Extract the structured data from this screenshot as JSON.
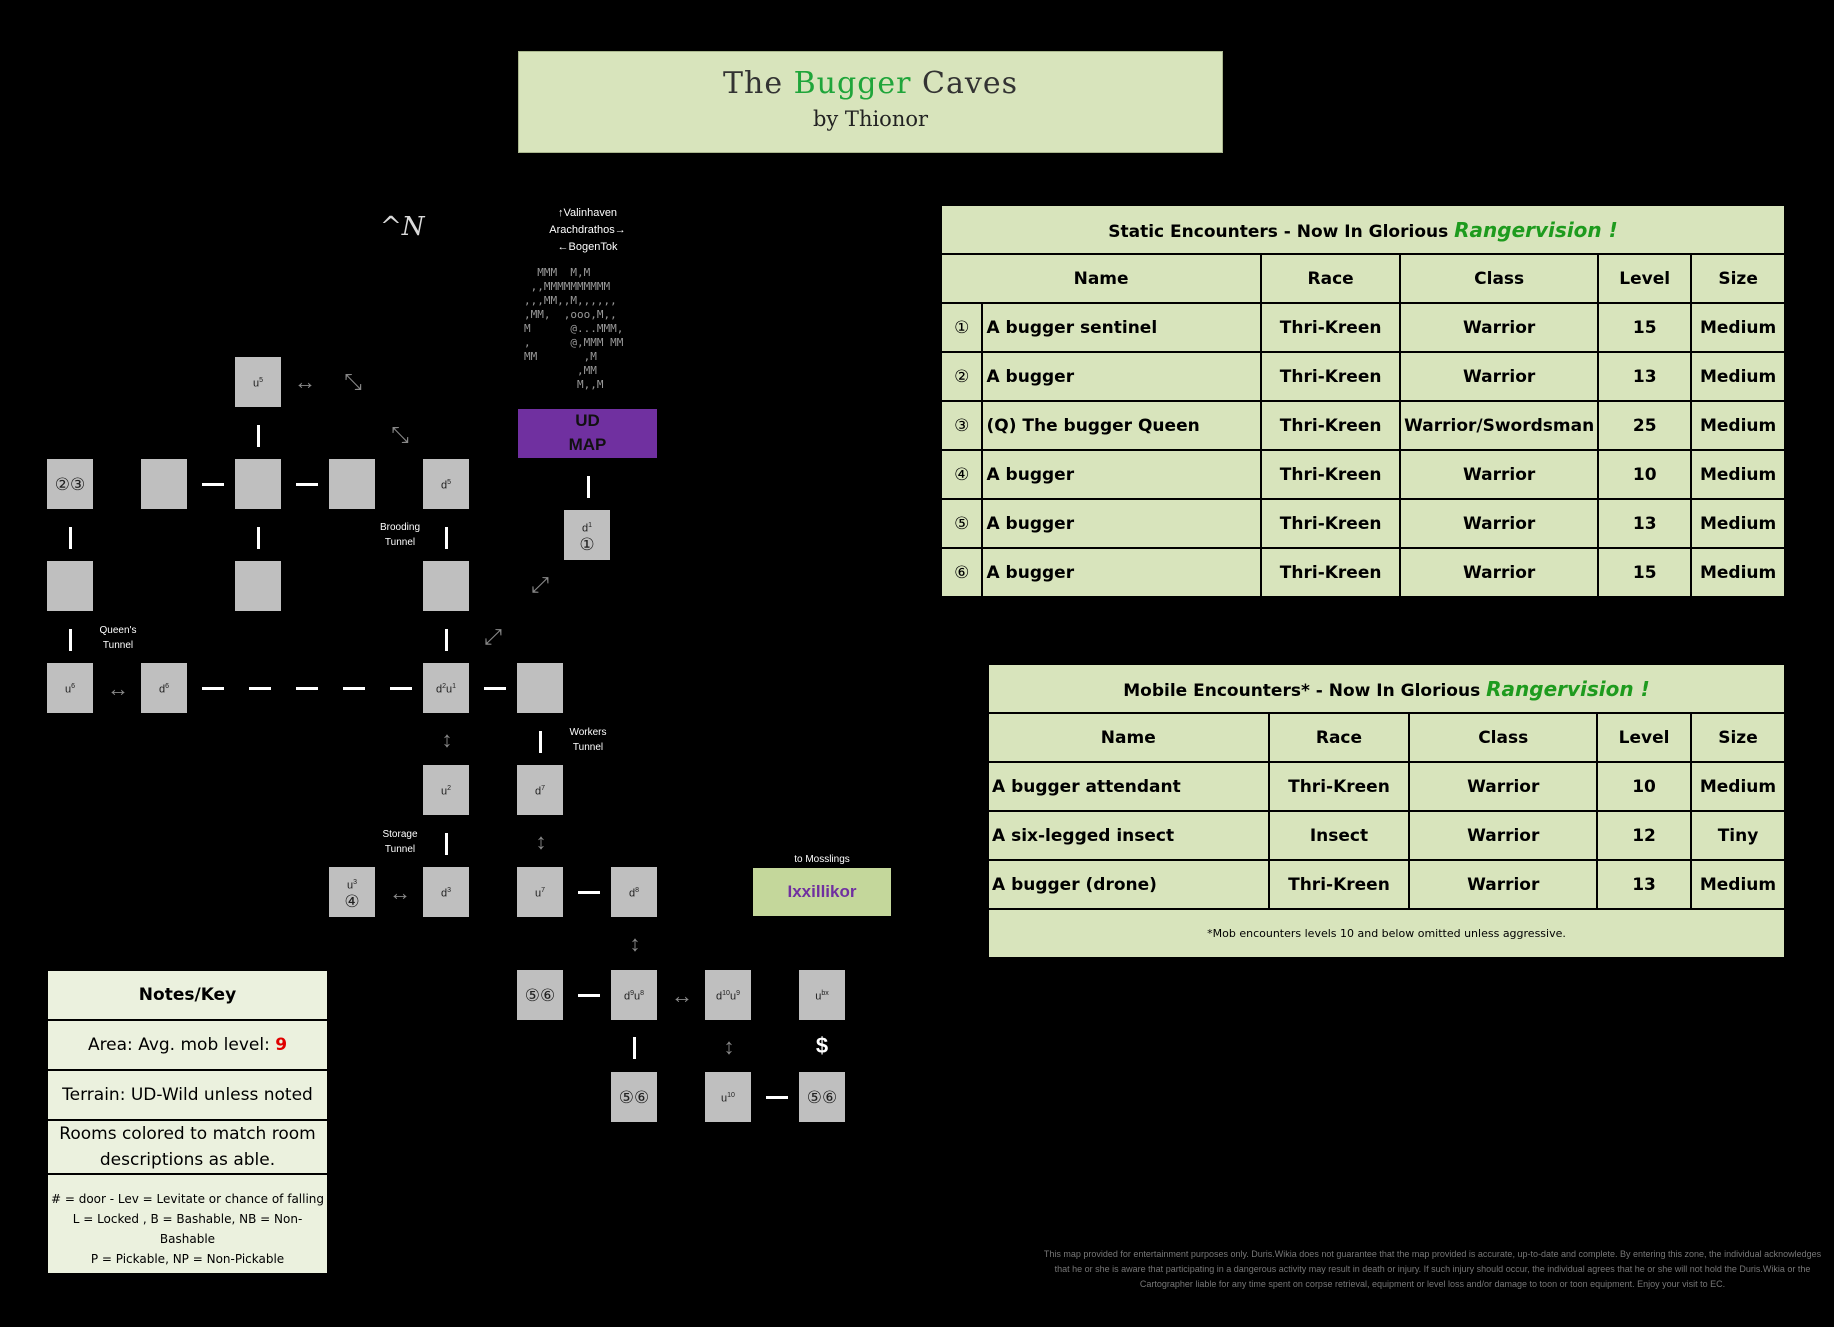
{
  "title": {
    "part1": "The ",
    "green": "Bugger",
    "part2": " Caves",
    "byline": "by Thionor"
  },
  "compass": "^N",
  "ud_directions": {
    "line1": "↑Valinhaven",
    "line2": "Arachdrathos→",
    "line3": "←BogenTok"
  },
  "ascii_map": [
    "  MMM  M,M",
    " ,,MMMMMMMMMM",
    ",,,MM,,M,,,,,,",
    ",MM,  ,ooo,M,,",
    "M      @...MMM,",
    ",      @,MMM MM",
    "MM       ,M",
    "        ,MM",
    "        M,,M"
  ],
  "ud_map_label": {
    "line1": "UD",
    "line2": "MAP"
  },
  "rooms": {
    "u5": {
      "t": "u",
      "s": "5"
    },
    "d5": {
      "t": "d",
      "s": "5"
    },
    "d1": {
      "t": "d",
      "s": "1",
      "mob": "①"
    },
    "r23": "②③",
    "u6": {
      "t": "u",
      "s": "6"
    },
    "d6": {
      "t": "d",
      "s": "6"
    },
    "d2u1": {
      "t1": "d",
      "s1": "2",
      "t2": "u",
      "s2": "1"
    },
    "u2": {
      "t": "u",
      "s": "2"
    },
    "d7": {
      "t": "d",
      "s": "7"
    },
    "u3": {
      "t": "u",
      "s": "3",
      "mob": "④"
    },
    "d3": {
      "t": "d",
      "s": "3"
    },
    "u7": {
      "t": "u",
      "s": "7"
    },
    "d8": {
      "t": "d",
      "s": "8"
    },
    "r56a": "⑤⑥",
    "d9u8": {
      "t1": "d",
      "s1": "9",
      "t2": "u",
      "s2": "8"
    },
    "d10u9": {
      "t1": "d",
      "s1": "10",
      "t2": "u",
      "s2": "9"
    },
    "ubx": {
      "t": "u",
      "s": "bx"
    },
    "r56b": "⑤⑥",
    "u10": {
      "t": "u",
      "s": "10"
    },
    "r56c": "⑤⑥"
  },
  "labels": {
    "brooding": {
      "l1": "Brooding",
      "l2": "Tunnel"
    },
    "queens": {
      "l1": "Queen's",
      "l2": "Tunnel"
    },
    "workers": {
      "l1": "Workers",
      "l2": "Tunnel"
    },
    "storage": {
      "l1": "Storage",
      "l2": "Tunnel"
    },
    "mosslings": "to Mosslings",
    "ixxillikor": "Ixxillikor",
    "dollar": "$"
  },
  "static_table": {
    "title_prefix": "Static Encounters - Now In Glorious ",
    "title_em": "Rangervision !",
    "headers": [
      "Name",
      "Race",
      "Class",
      "Level",
      "Size"
    ],
    "rows": [
      {
        "num": "①",
        "name": "A bugger sentinel",
        "race": "Thri-Kreen",
        "class": "Warrior",
        "level": "15",
        "size": "Medium"
      },
      {
        "num": "②",
        "name": "A bugger",
        "race": "Thri-Kreen",
        "class": "Warrior",
        "level": "13",
        "size": "Medium"
      },
      {
        "num": "③",
        "name": "(Q) The bugger Queen",
        "race": "Thri-Kreen",
        "class": "Warrior/Swordsman",
        "level": "25",
        "size": "Medium"
      },
      {
        "num": "④",
        "name": "A bugger",
        "race": "Thri-Kreen",
        "class": "Warrior",
        "level": "10",
        "size": "Medium"
      },
      {
        "num": "⑤",
        "name": "A bugger",
        "race": "Thri-Kreen",
        "class": "Warrior",
        "level": "13",
        "size": "Medium"
      },
      {
        "num": "⑥",
        "name": "A bugger",
        "race": "Thri-Kreen",
        "class": "Warrior",
        "level": "15",
        "size": "Medium"
      }
    ]
  },
  "mobile_table": {
    "title_prefix": "Mobile Encounters* - Now In Glorious ",
    "title_em": "Rangervision !",
    "headers": [
      "Name",
      "Race",
      "Class",
      "Level",
      "Size"
    ],
    "rows": [
      {
        "name": "A bugger attendant",
        "race": "Thri-Kreen",
        "class": "Warrior",
        "level": "10",
        "size": "Medium"
      },
      {
        "name": "A six-legged insect",
        "race": "Insect",
        "class": "Warrior",
        "level": "12",
        "size": "Tiny"
      },
      {
        "name": "A bugger (drone)",
        "race": "Thri-Kreen",
        "class": "Warrior",
        "level": "13",
        "size": "Medium"
      }
    ],
    "footnote": "*Mob encounters levels 10 and below omitted unless aggressive."
  },
  "notes": {
    "title": "Notes/Key",
    "area_prefix": "Area: Avg. mob level: ",
    "area_level": "9",
    "terrain": "Terrain: UD-Wild unless noted",
    "rooms_colored": "Rooms colored to match room descriptions as able.",
    "key1": "# = door - Lev = Levitate or chance of falling",
    "key2": "L = Locked , B = Bashable, NB = Non-Bashable",
    "key3": "P = Pickable, NP = Non-Pickable"
  },
  "disclaimer": "This map provided for entertainment purposes only. Duris.Wikia does not guarantee that the map provided is accurate, up-to-date and complete. By entering this zone, the individual acknowledges that he or she is aware that participating in a dangerous activity may result in death or injury. If such injury should occur, the individual agrees that he or she will not hold the Duris.Wikia or the Cartographer liable for any time spent on corpse retrieval, equipment or level loss and/or damage to toon or toon equipment. Enjoy your visit to EC.",
  "colors": {
    "room": "#bfbfbf",
    "table_bg": "#d8e4bc",
    "ud_map": "#7030a0",
    "ixxillikor": "#c4d79b",
    "accent_green": "#1e9b1e",
    "level_red": "#e00000"
  }
}
